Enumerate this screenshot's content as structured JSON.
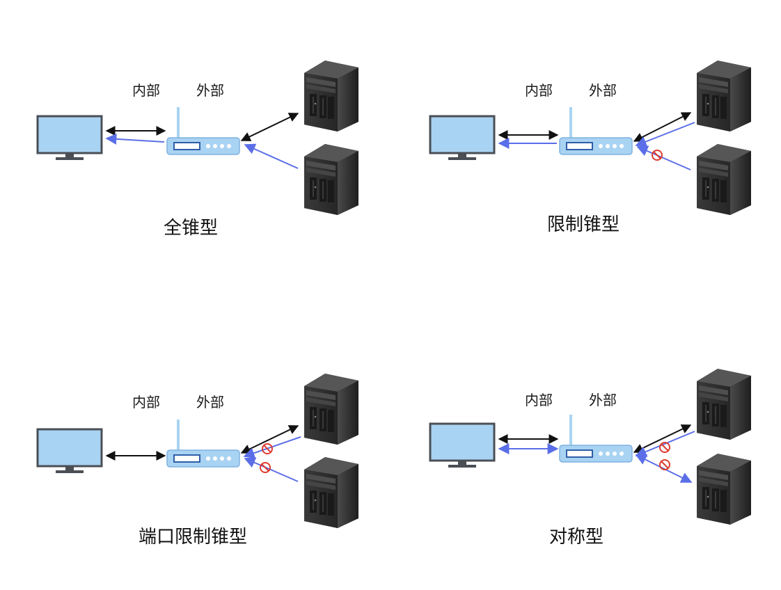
{
  "colors": {
    "black_arrow": "#111111",
    "blue_arrow": "#5a6ee8",
    "blocked_marker": "#e03a2f",
    "device_blue": "#a9d3f2",
    "device_blue_border": "#7fb2e0",
    "monitor_frame": "#4a4f55",
    "server_dark": "#2a2a2a"
  },
  "icons": [
    "monitor-icon",
    "router-icon",
    "server-icon",
    "blocked-icon"
  ],
  "panels": [
    {
      "id": "full-cone",
      "title": "全锥型",
      "label_inside": "内部",
      "label_outside": "外部"
    },
    {
      "id": "restricted-cone",
      "title": "限制锥型",
      "label_inside": "内部",
      "label_outside": "外部"
    },
    {
      "id": "port-restricted-cone",
      "title": "端口限制锥型",
      "label_inside": "内部",
      "label_outside": "外部"
    },
    {
      "id": "symmetric",
      "title": "对称型",
      "label_inside": "内部",
      "label_outside": "外部"
    }
  ]
}
